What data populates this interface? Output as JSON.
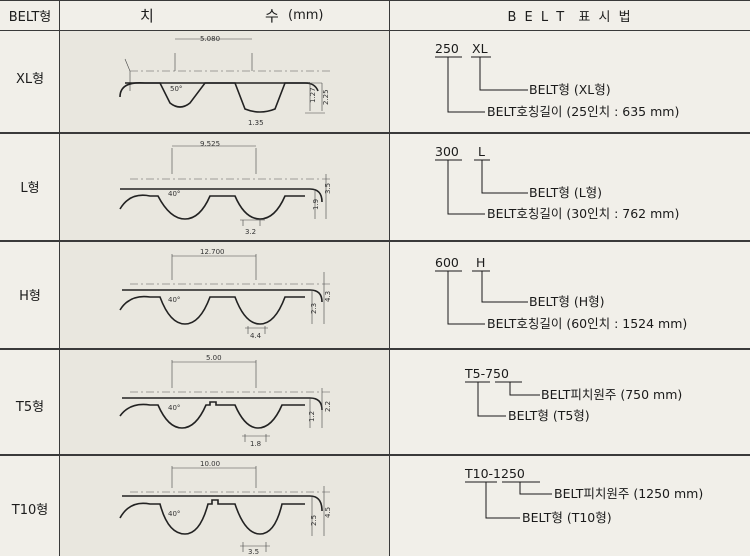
{
  "header": {
    "col1": "BELT형",
    "col2_a": "치",
    "col2_b": "수",
    "col2_c": "(mm)",
    "col3": "B E L T  표 시 법"
  },
  "belts": [
    {
      "type": "XL형",
      "dims": {
        "pitch": "5.080",
        "angle": "50°",
        "depth": "1.27",
        "height": "2.25",
        "width": "1.35"
      },
      "code_a": "250",
      "code_b": "XL",
      "note1": "BELT형 (XL형)",
      "note2": "BELT호칭길이 (25인치 : 635 mm)"
    },
    {
      "type": "L형",
      "dims": {
        "pitch": "9.525",
        "angle": "40°",
        "depth": "1.9",
        "height": "3.5",
        "width": "3.2"
      },
      "code_a": "300",
      "code_b": "L",
      "note1": "BELT형 (L형)",
      "note2": "BELT호칭길이 (30인치 : 762 mm)"
    },
    {
      "type": "H형",
      "dims": {
        "pitch": "12.700",
        "angle": "40°",
        "depth": "2.3",
        "height": "4.3",
        "width": "4.4"
      },
      "code_a": "600",
      "code_b": "H",
      "note1": "BELT형 (H형)",
      "note2": "BELT호칭길이 (60인치 : 1524 mm)"
    },
    {
      "type": "T5형",
      "dims": {
        "pitch": "5.00",
        "angle": "40°",
        "depth": "1.2",
        "height": "2.2",
        "width": "1.8"
      },
      "code": "T5-750",
      "note1": "BELT피치원주 (750 mm)",
      "note2": "BELT형 (T5형)"
    },
    {
      "type": "T10형",
      "dims": {
        "pitch": "10.00",
        "angle": "40°",
        "depth": "2.5",
        "height": "4.5",
        "width": "3.5"
      },
      "code": "T10-1250",
      "note1": "BELT피치원주 (1250 mm)",
      "note2": "BELT형 (T10형)"
    }
  ]
}
